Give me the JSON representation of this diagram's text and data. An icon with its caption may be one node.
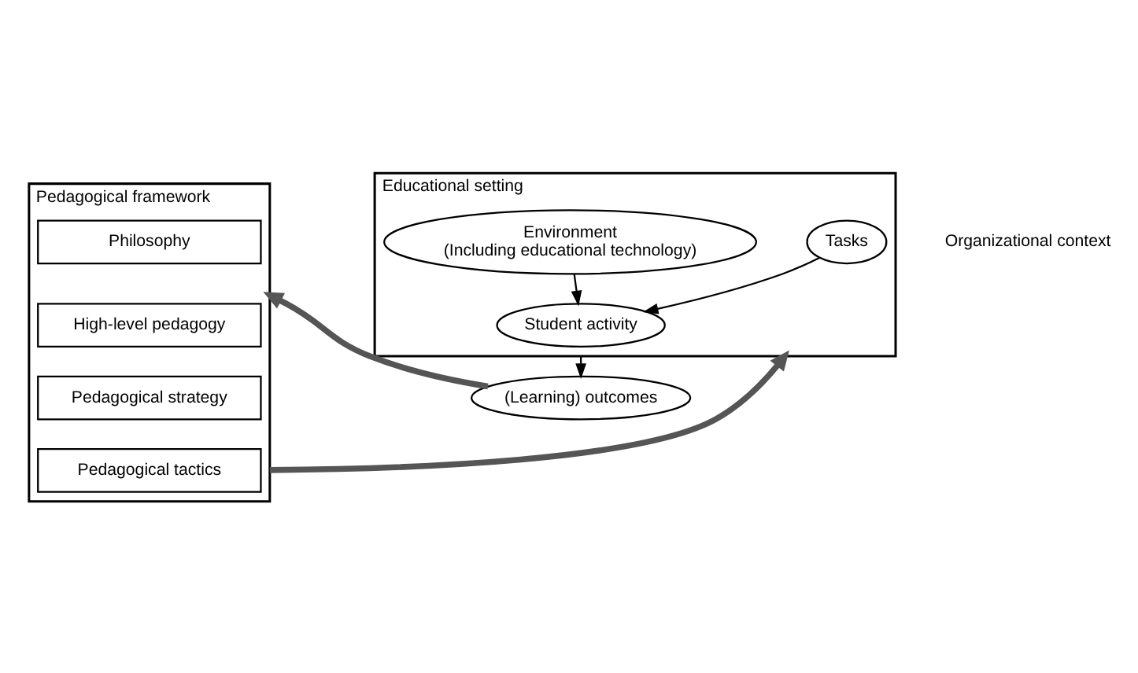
{
  "diagram": {
    "nodes": [
      {
        "text": [
          "Pedagogical framework"
        ]
      },
      {
        "text": [
          "Philosophy"
        ],
        "in": 0
      },
      {
        "text": [
          "High-level pedagogy"
        ],
        "in": 0
      },
      {
        "text": [
          "Pedagogical strategy"
        ],
        "in": 0
      },
      {
        "text": [
          "Pedagogical tactics"
        ],
        "in": 0
      },
      {
        "text": [
          "Educational setting"
        ]
      },
      {
        "text": [
          "Tasks"
        ],
        "in": 5
      },
      {
        "text": [
          "Environment",
          "(Including educational technology)"
        ],
        "in": 5
      },
      {
        "text": [
          "Student activity"
        ],
        "in": 5
      },
      {
        "text": [
          "(Learning) outcomes"
        ]
      }
    ],
    "edges": [
      {
        "from": 0,
        "to": 5,
        "arrow": "to",
        "style": "thick"
      },
      {
        "from": 6,
        "to": 8,
        "arrow": "to"
      },
      {
        "from": 7,
        "to": 8,
        "arrow": "to"
      },
      {
        "from": 5,
        "to": 9,
        "arrow": "to"
      },
      {
        "from": 9,
        "to": 0,
        "arrow": "to",
        "style": "thick"
      }
    ],
    "labels": [
      "Organizational context"
    ]
  }
}
